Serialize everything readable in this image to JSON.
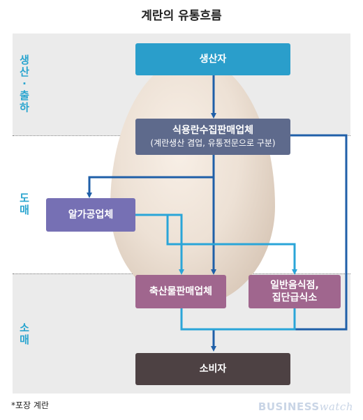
{
  "title": "계란의 유통흐름",
  "stages": {
    "production": [
      "생",
      "산",
      "·",
      "출",
      "하"
    ],
    "wholesale": [
      "도",
      "매"
    ],
    "retail": [
      "소",
      "매"
    ]
  },
  "nodes": {
    "producer": "생산자",
    "collector": "식용란수집판매업체",
    "collector_note": "(계란생산 겸업, 유통전문으로 구분)",
    "processor": "알가공업체",
    "livestock_seller": "축산물판매업체",
    "restaurant_line1": "일반음식점,",
    "restaurant_line2": "집단급식소",
    "consumer": "소비자"
  },
  "footnote": "*포장 계란",
  "logo": {
    "business": "BUSINESS",
    "watch": "watch"
  },
  "colors": {
    "producer": "#2a9ecb",
    "collector": "#5e6a8c",
    "processor": "#7670b4",
    "retail_box": "#a0668e",
    "consumer": "#4d4143",
    "arrow_dark": "#1f5fa8",
    "arrow_light": "#2aa5d8",
    "stage_label": "#2aa5cf"
  }
}
